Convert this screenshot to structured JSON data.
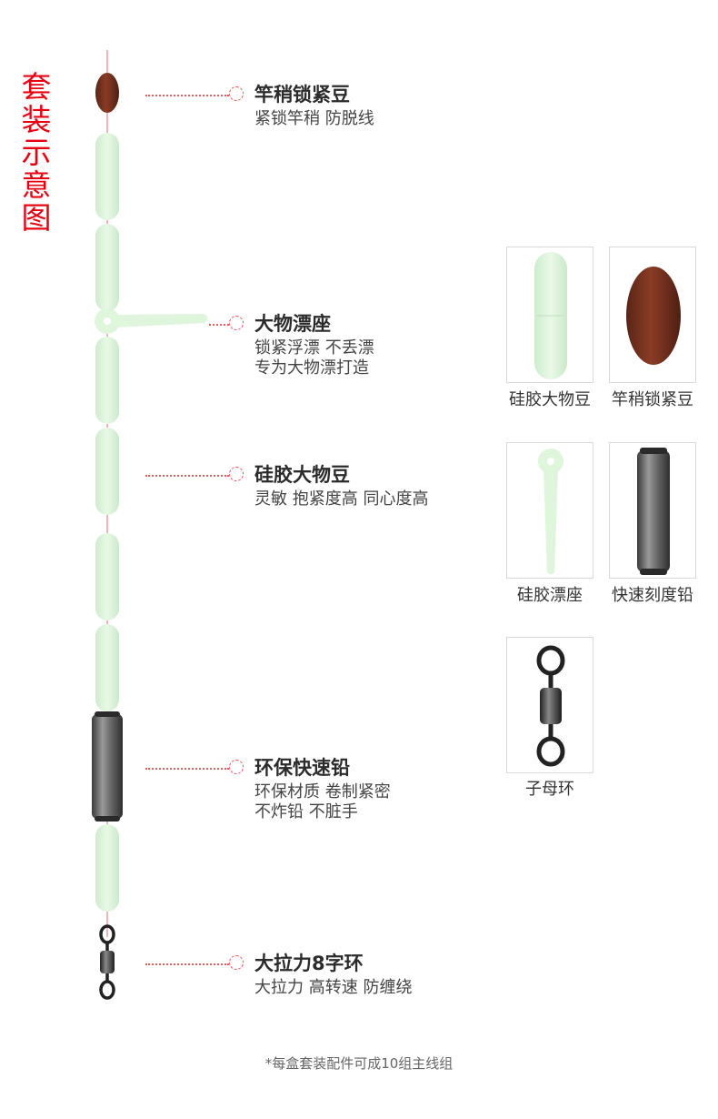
{
  "side_title": "套装示意图",
  "colors": {
    "accent_red": "#e60012",
    "glow_green": "#d9f3d8",
    "bean_brown": "#7a3320",
    "sinker_grey": "#6a6a6a"
  },
  "callouts": [
    {
      "title": "竿稍锁紧豆",
      "lines": [
        "紧锁竿稍 防脱线"
      ]
    },
    {
      "title": "大物漂座",
      "lines": [
        "锁紧浮漂 不丢漂",
        "专为大物漂打造"
      ]
    },
    {
      "title": "硅胶大物豆",
      "lines": [
        "灵敏 抱紧度高 同心度高"
      ]
    },
    {
      "title": "环保快速铅",
      "lines": [
        "环保材质 卷制紧密",
        "不炸铅 不脏手"
      ]
    },
    {
      "title": "大拉力8字环",
      "lines": [
        "大拉力 高转速 防缠绕"
      ]
    }
  ],
  "products": [
    {
      "label": "硅胶大物豆",
      "icon": "silicone-bean-icon"
    },
    {
      "label": "竿稍锁紧豆",
      "icon": "lock-bean-icon"
    },
    {
      "label": "硅胶漂座",
      "icon": "float-seat-icon"
    },
    {
      "label": "快速刻度铅",
      "icon": "sinker-icon"
    },
    {
      "label": "子母环",
      "icon": "swivel-icon"
    }
  ],
  "footnote": "*每盒套装配件可成10组主线组"
}
